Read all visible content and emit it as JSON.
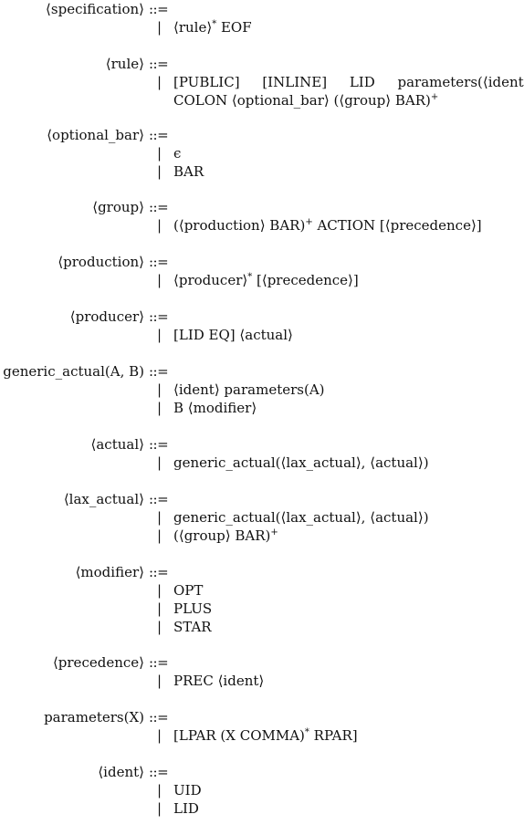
{
  "defsym": "::=",
  "bar": "|",
  "rules": [
    {
      "lhs": "⟨specification⟩",
      "alts": [
        [
          {
            "t": "⟨rule⟩"
          },
          {
            "t": "*",
            "sup": true
          },
          {
            "t": " EOF"
          }
        ]
      ]
    },
    {
      "lhs": "⟨rule⟩",
      "alts": [
        [
          {
            "t": "[PUBLIC] [INLINE] LID parameters(⟨ident⟩)",
            "wide": true
          }
        ]
      ],
      "continuation": [
        {
          "t": "COLON ⟨optional_bar⟩ (⟨group⟩ BAR)"
        },
        {
          "t": "+",
          "sup": true
        }
      ]
    },
    {
      "lhs": "⟨optional_bar⟩",
      "alts": [
        [
          {
            "t": "ϵ"
          }
        ],
        [
          {
            "t": "BAR"
          }
        ]
      ]
    },
    {
      "lhs": "⟨group⟩",
      "alts": [
        [
          {
            "t": "(⟨production⟩ BAR)"
          },
          {
            "t": "+",
            "sup": true
          },
          {
            "t": " ACTION [⟨precedence⟩]"
          }
        ]
      ]
    },
    {
      "lhs": "⟨production⟩",
      "alts": [
        [
          {
            "t": "⟨producer⟩"
          },
          {
            "t": "*",
            "sup": true
          },
          {
            "t": " [⟨precedence⟩]"
          }
        ]
      ]
    },
    {
      "lhs": "⟨producer⟩",
      "alts": [
        [
          {
            "t": "[LID EQ] ⟨actual⟩"
          }
        ]
      ]
    },
    {
      "lhs": "generic_actual(A, B)",
      "alts": [
        [
          {
            "t": "⟨ident⟩ parameters(A)"
          }
        ],
        [
          {
            "t": "B ⟨modifier⟩"
          }
        ]
      ]
    },
    {
      "lhs": "⟨actual⟩",
      "alts": [
        [
          {
            "t": "generic_actual(⟨lax_actual⟩, ⟨actual⟩)"
          }
        ]
      ]
    },
    {
      "lhs": "⟨lax_actual⟩",
      "alts": [
        [
          {
            "t": "generic_actual(⟨lax_actual⟩, ⟨actual⟩)"
          }
        ],
        [
          {
            "t": "(⟨group⟩ BAR)"
          },
          {
            "t": "+",
            "sup": true
          }
        ]
      ]
    },
    {
      "lhs": "⟨modifier⟩",
      "alts": [
        [
          {
            "t": "OPT"
          }
        ],
        [
          {
            "t": "PLUS"
          }
        ],
        [
          {
            "t": "STAR"
          }
        ]
      ]
    },
    {
      "lhs": "⟨precedence⟩",
      "alts": [
        [
          {
            "t": "PREC ⟨ident⟩"
          }
        ]
      ]
    },
    {
      "lhs": "parameters(X)",
      "alts": [
        [
          {
            "t": "[LPAR (X COMMA)"
          },
          {
            "t": "*",
            "sup": true
          },
          {
            "t": " RPAR]"
          }
        ]
      ]
    },
    {
      "lhs": "⟨ident⟩",
      "alts": [
        [
          {
            "t": "UID"
          }
        ],
        [
          {
            "t": "LID"
          }
        ]
      ]
    }
  ]
}
